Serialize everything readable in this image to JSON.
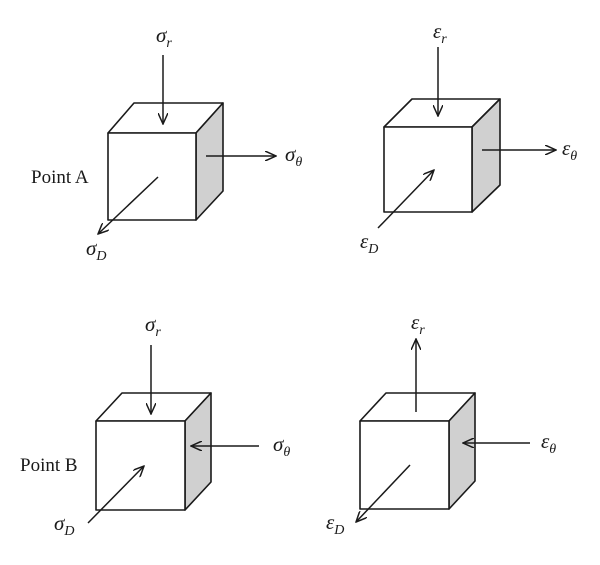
{
  "points": {
    "a": "Point A",
    "b": "Point B"
  },
  "symbols": {
    "sigma": "σ",
    "epsilon": "ε"
  },
  "subscripts": {
    "r": "r",
    "theta": "θ",
    "d": "D"
  }
}
